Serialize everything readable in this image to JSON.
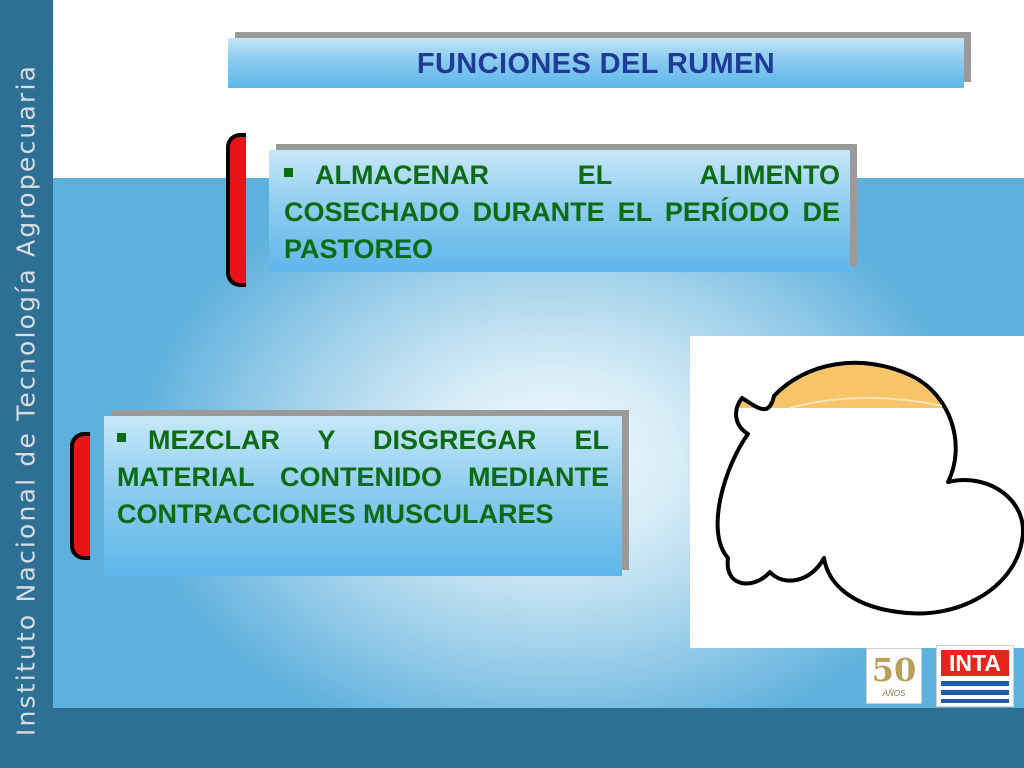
{
  "sidebar": {
    "vertical_text": "Instituto Nacional de Tecnología Agropecuaria"
  },
  "title": "FUNCIONES DEL RUMEN",
  "bullets": [
    {
      "text": "ALMACENAR EL ALIMENTO COSECHADO DURANTE EL PERÍODO DE PASTOREO"
    },
    {
      "text": "MEZCLAR Y DISGREGAR EL MATERIAL CONTENIDO MEDIANTE CONTRACCIONES MUSCULARES"
    }
  ],
  "logos": {
    "anniversary_number": "50",
    "anniversary_word": "AÑOS",
    "org": "INTA"
  },
  "colors": {
    "sidebar": "#2e6f94",
    "title_text": "#1f3b97",
    "bullet_text": "#0d6b13",
    "bracket": "#e8141a",
    "box_light": "#c8e8f9",
    "box_dark": "#5db6ea"
  }
}
